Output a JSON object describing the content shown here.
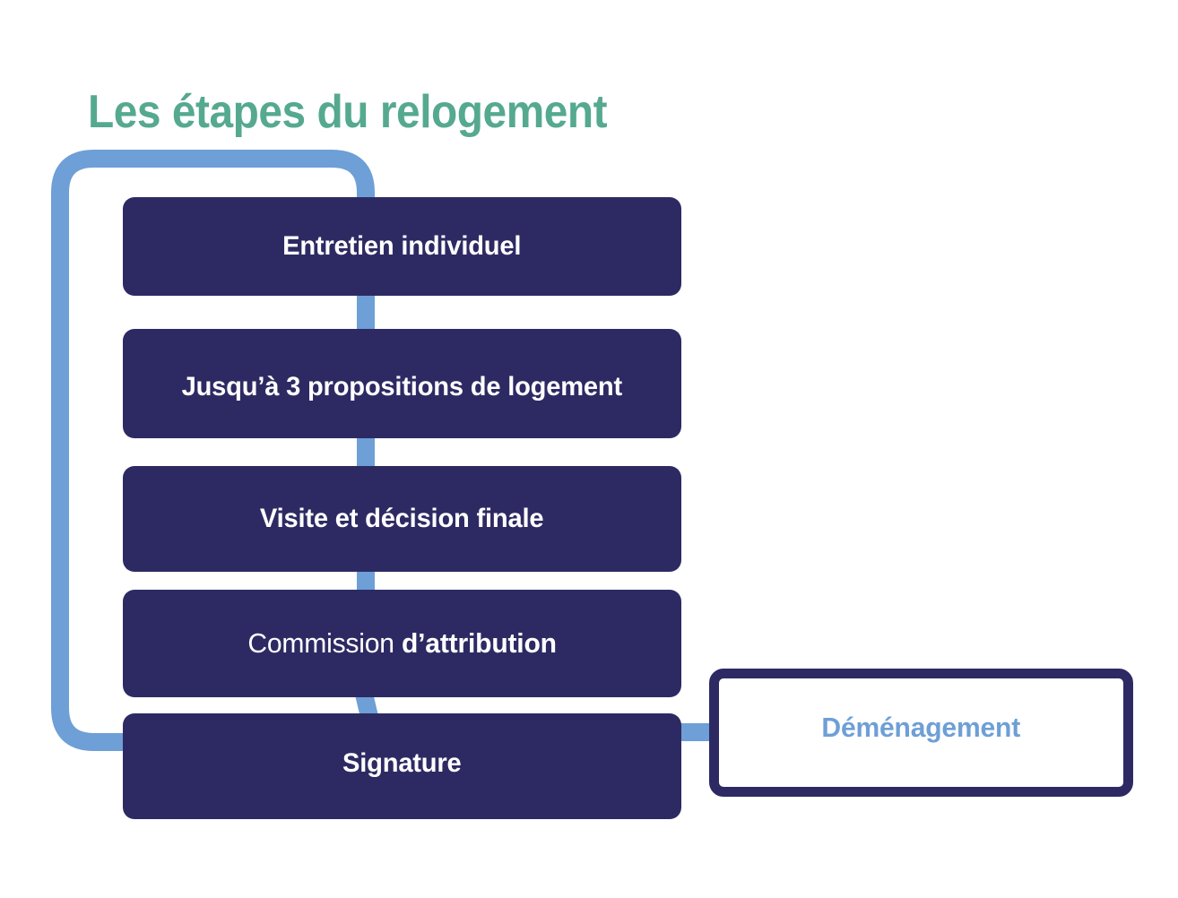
{
  "title": "Les étapes du relogement",
  "colors": {
    "title_green": "#55a98f",
    "box_navy": "#2d2a63",
    "connector_blue": "#6e9fd6",
    "box_text": "#ffffff",
    "outcome_text": "#6e9fd6",
    "background": "#ffffff"
  },
  "steps": [
    {
      "label": "Entretien individuel",
      "weight": "bold"
    },
    {
      "label": "Jusqu’à 3 propositions de logement",
      "weight": "bold"
    },
    {
      "label": "Visite et décision finale",
      "weight": "bold"
    },
    {
      "label": "Commission d’attribution",
      "weight": "mixed",
      "regular_part": "Commission ",
      "bold_part": "d’attribution"
    },
    {
      "label": "Signature",
      "weight": "bold"
    }
  ],
  "outcome": {
    "label": "Déménagement"
  },
  "connectors": {
    "loop_description": "rounded-loop-left",
    "branch_description": "signature-to-demenagement"
  }
}
